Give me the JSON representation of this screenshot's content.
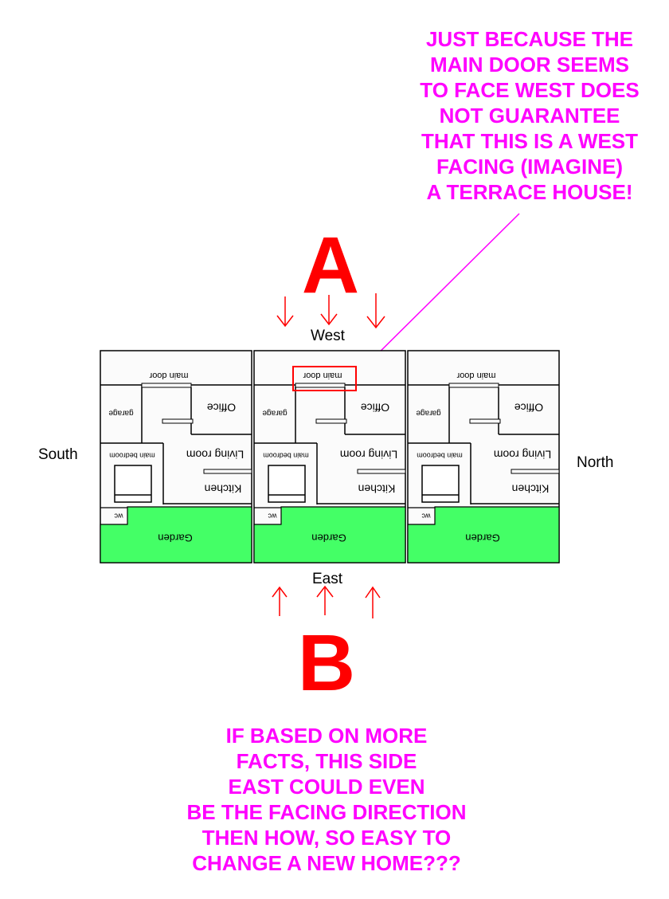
{
  "top_note": {
    "lines": [
      "JUST BECAUSE THE",
      "MAIN DOOR SEEMS",
      "TO FACE WEST DOES",
      "NOT GUARANTEE",
      "THAT THIS IS A WEST",
      "FACING (IMAGINE)",
      "A TERRACE HOUSE!"
    ]
  },
  "bottom_note": {
    "lines": [
      "IF BASED ON MORE",
      "FACTS, THIS SIDE",
      "EAST COULD EVEN",
      "BE THE FACING DIRECTION",
      "THEN HOW, SO EASY TO",
      "CHANGE A NEW HOME???"
    ]
  },
  "labels": {
    "a": "A",
    "b": "B",
    "west": "West",
    "east": "East",
    "south": "South",
    "north": "North"
  },
  "rooms": {
    "main_door": "main door",
    "office": "Office",
    "garage": "garage",
    "living_room": "Living room",
    "main_bedroom": "main bedroom",
    "kitchen": "Kitchen",
    "wc": "wc",
    "garden": "Garden"
  },
  "house_count": 3,
  "colors": {
    "note": "#ff00ff",
    "letters": "#ff0000",
    "arrows": "#ff0000",
    "garden": "#44ff66",
    "highlight": "#ff0000",
    "pointer_line": "#ff00ff"
  }
}
